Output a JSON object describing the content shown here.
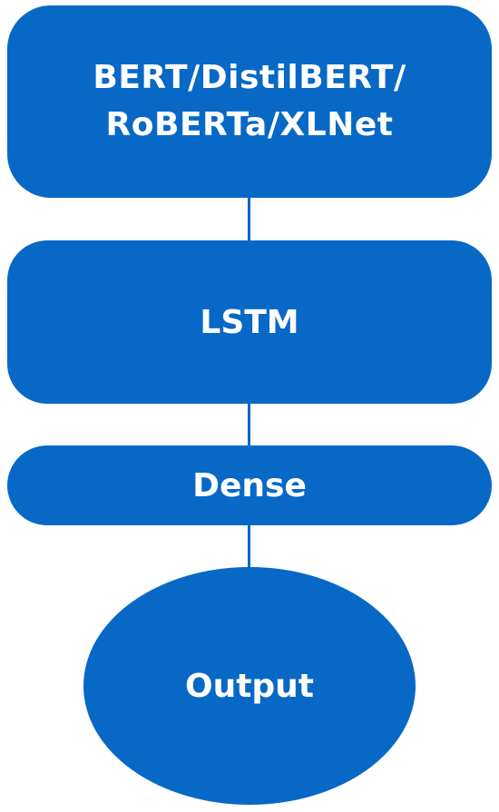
{
  "diagram": {
    "nodes": {
      "encoder": {
        "line1": "BERT/DistilBERT/",
        "line2": "RoBERTa/XLNet"
      },
      "lstm": {
        "label": "LSTM"
      },
      "dense": {
        "label": "Dense"
      },
      "output": {
        "label": "Output"
      }
    },
    "colors": {
      "node_fill": "#0868c6",
      "text": "#ffffff",
      "connector": "#0868c6"
    }
  }
}
